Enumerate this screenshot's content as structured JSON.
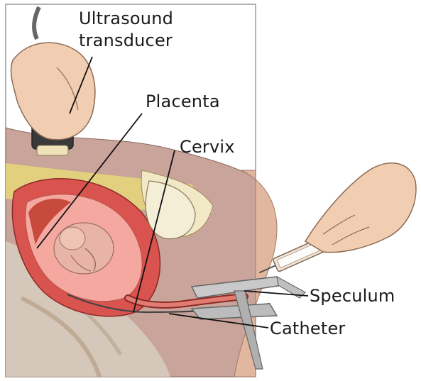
{
  "labels": {
    "ultrasound_line1": "Ultrasound",
    "ultrasound_line2": "transducer",
    "placenta": "Placenta",
    "cervix": "Cervix",
    "speculum": "Speculum",
    "catheter": "Catheter"
  },
  "colors": {
    "uterus_wall": "#d9534f",
    "uterus_inner": "#f4a8a0",
    "fetus": "#e8b4a8",
    "skin": "#f2d4b8",
    "fat": "#e6d87a",
    "bone": "#f5f0e0",
    "instrument": "#b8b8b8",
    "background_tissue": "#c9a49a"
  }
}
